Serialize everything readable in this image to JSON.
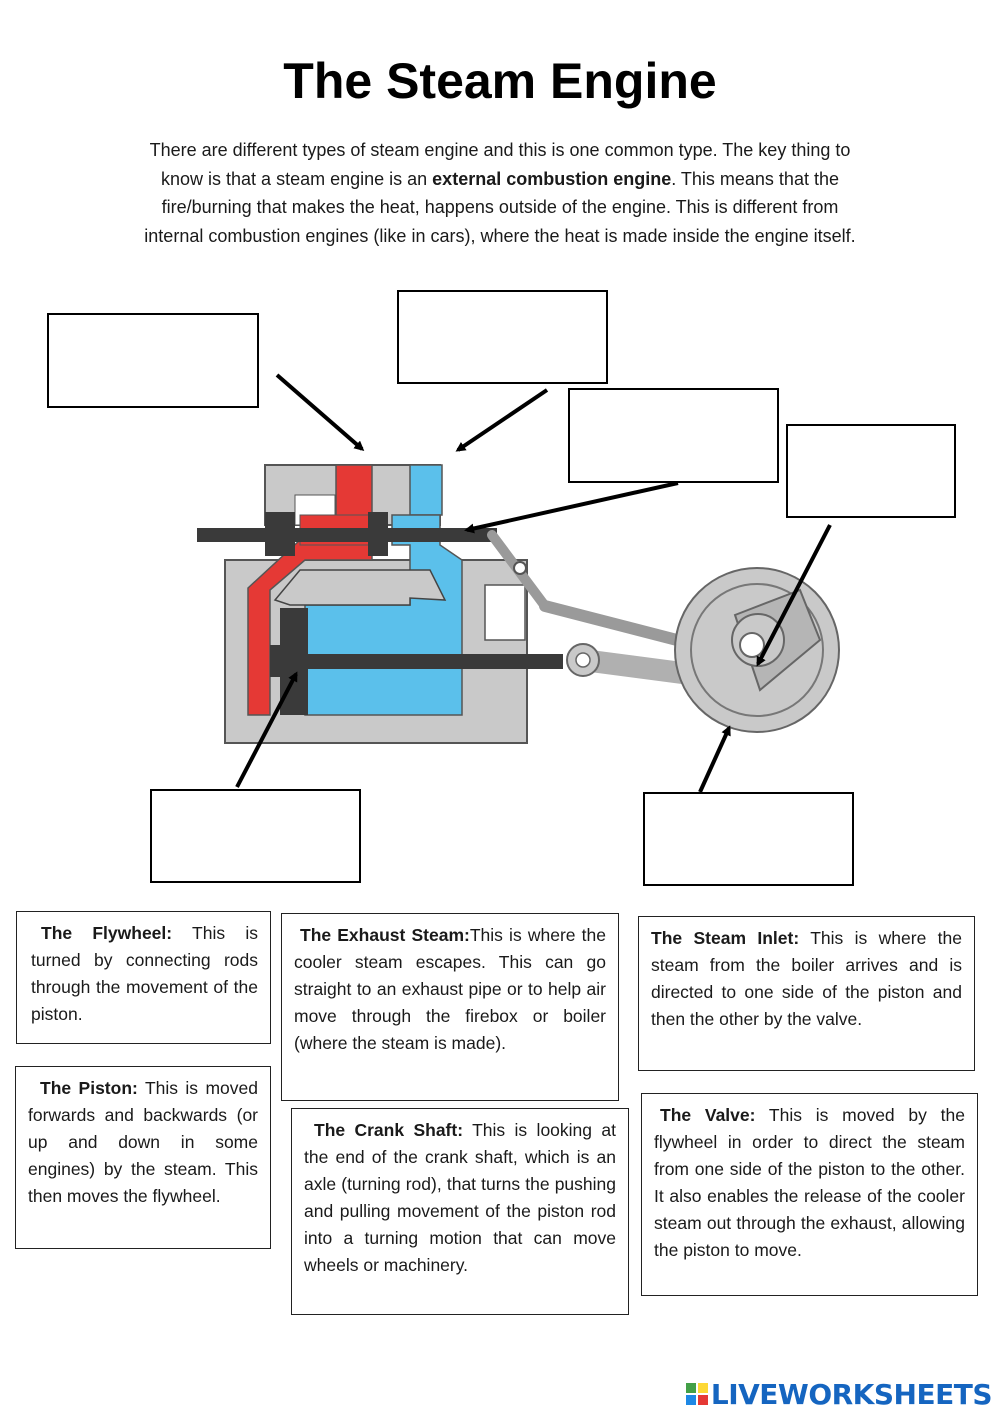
{
  "page": {
    "title": "The Steam Engine",
    "intro": {
      "part1": "There are different types of steam engine and this is one common type. The key thing to know is that a steam engine is an ",
      "bold": "external combustion engine",
      "part2": ". This means that the fire/burning that makes the heat, happens outside of the engine. This is different from internal combustion engines (like in cars), where the heat is made inside the engine itself."
    }
  },
  "colors": {
    "steam_hot": "#e53935",
    "steam_cool": "#5bc0eb",
    "metal": "#c9c9c9",
    "dark_metal": "#3a3a3a",
    "brand": "#1565c0"
  },
  "descriptions": {
    "flywheel": {
      "title": "The Flywheel:",
      "text": " This is turned by connecting rods through the movement of the piston."
    },
    "exhaust": {
      "title": "The Exhaust Steam:",
      "text": "This is where the cooler steam escapes. This can go straight to an exhaust pipe or to help air move through the firebox or boiler (where the steam is made)."
    },
    "inlet": {
      "title": "The Steam Inlet:",
      "text": " This is where the steam from the boiler arrives and is directed to one side of the piston and then the other by the valve."
    },
    "piston": {
      "title": "The Piston:",
      "text": " This is moved forwards and backwards (or up and down in some engines) by the steam. This then moves the flywheel."
    },
    "crank": {
      "title": "The Crank Shaft:",
      "text": " This is looking at the end of the crank shaft, which is an axle (turning rod), that turns the pushing and pulling movement of the piston rod into a turning motion that can move wheels or machinery."
    },
    "valve": {
      "title": "The Valve:",
      "text": " This is moved by the flywheel in order to direct the steam from one side of the piston to the other. It also enables the release of the cooler steam out through the exhaust, allowing the piston to move."
    }
  },
  "branding": {
    "logo_text": "LIVEWORKSHEETS",
    "logo_icon": "liveworksheets-logo-icon"
  }
}
